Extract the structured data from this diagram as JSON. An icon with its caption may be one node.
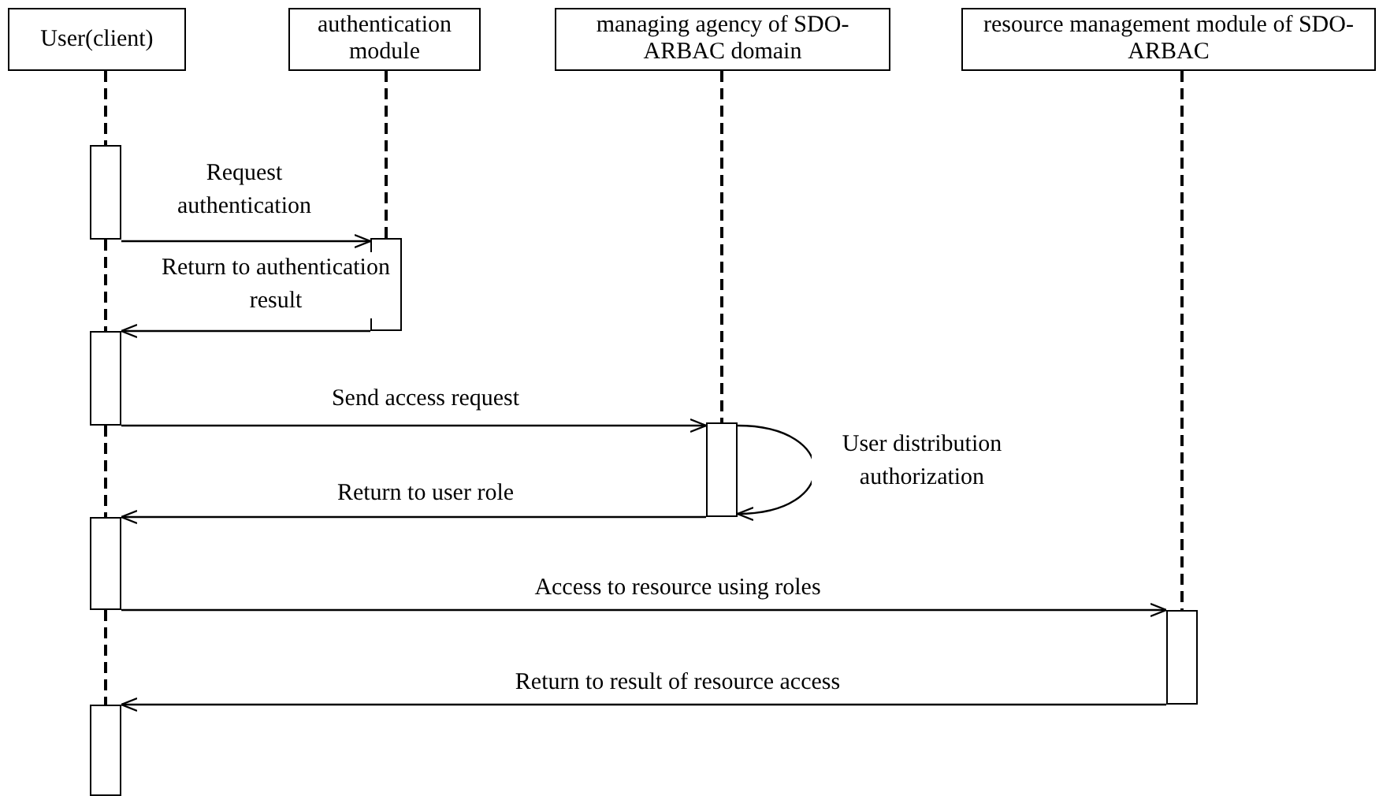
{
  "diagram": {
    "nodes": [
      {
        "text": [
          "User(client)"
        ]
      },
      {
        "text": [
          "authentication module"
        ]
      },
      {
        "text": [
          "managing agency of SDO-ARBAC domain"
        ]
      },
      {
        "text": [
          "resource management module of SDO-ARBAC"
        ]
      },
      {
        "text": [],
        "shape": "bar"
      },
      {
        "text": [],
        "shape": "bar"
      },
      {
        "text": [],
        "shape": "bar"
      },
      {
        "text": [],
        "shape": "bar"
      },
      {
        "text": [],
        "shape": "bar"
      },
      {
        "text": [],
        "shape": "bar"
      },
      {
        "text": [],
        "shape": "bar"
      }
    ],
    "edges": [
      {
        "from": 4,
        "to": 5,
        "arrow": "to",
        "label": "Request authentication"
      },
      {
        "from": 5,
        "to": 6,
        "arrow": "to",
        "label": "Return to authentication result"
      },
      {
        "from": 6,
        "to": 7,
        "arrow": "to",
        "label": "Send access request"
      },
      {
        "from": 7,
        "to": 7,
        "arrow": "to",
        "label": "User distribution authorization"
      },
      {
        "from": 7,
        "to": 8,
        "arrow": "to",
        "label": "Return to user role"
      },
      {
        "from": 8,
        "to": 9,
        "arrow": "to",
        "label": "Access to resource using roles"
      },
      {
        "from": 9,
        "to": 10,
        "arrow": "to",
        "label": "Return to result of resource access"
      },
      {
        "from": 0,
        "to": 4,
        "arrow": "none",
        "style": "dashed"
      },
      {
        "from": 4,
        "to": 6,
        "arrow": "none",
        "style": "dashed"
      },
      {
        "from": 6,
        "to": 8,
        "arrow": "none",
        "style": "dashed"
      },
      {
        "from": 8,
        "to": 10,
        "arrow": "none",
        "style": "dashed"
      },
      {
        "from": 1,
        "to": 5,
        "arrow": "none",
        "style": "dashed"
      },
      {
        "from": 2,
        "to": 7,
        "arrow": "none",
        "style": "dashed"
      },
      {
        "from": 3,
        "to": 9,
        "arrow": "none",
        "style": "dashed"
      }
    ]
  }
}
